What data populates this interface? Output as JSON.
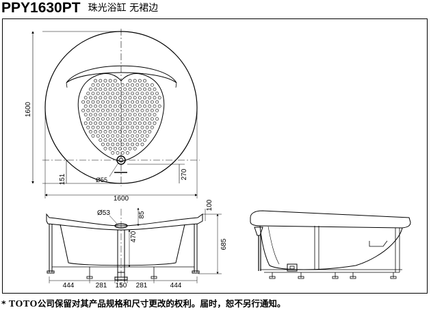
{
  "title": {
    "model": "PPY1630PT",
    "subtitle": "珠光浴缸  无裙边"
  },
  "top_view": {
    "dim_height": "1600",
    "dim_width": "1600",
    "dim_drain_offset": "151",
    "dim_drain_diameter": "Ø55",
    "dim_right_offset": "270"
  },
  "front_view": {
    "dim_drain_diameter": "Ø53",
    "dim_85": "85",
    "dim_100": "100",
    "dim_470": "470",
    "dim_685": "685",
    "bottom_dims": [
      "444",
      "281",
      "150",
      "281",
      "444"
    ]
  },
  "footer": {
    "asterisk": "*",
    "brand": "TOTO",
    "notice": "公司保留对其产品规格和尺寸更改的权利。届时，恕不另行通知。"
  }
}
